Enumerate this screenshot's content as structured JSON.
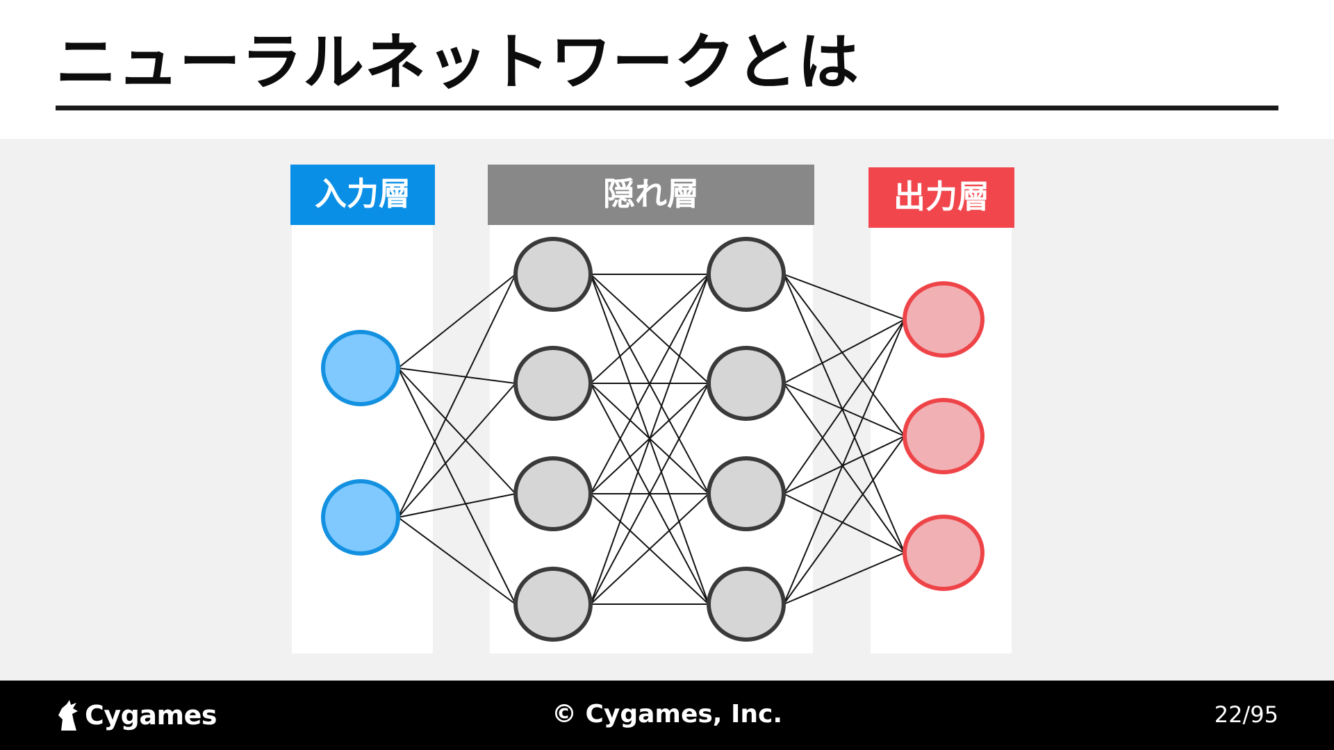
{
  "slide": {
    "title": "ニューラルネットワークとは"
  },
  "diagram": {
    "layers": [
      {
        "label": "入力層",
        "color": "#0a8fe6",
        "node_fill": "#7fc9ff",
        "node_stroke": "#1391e0",
        "nodes": 2
      },
      {
        "label": "隠れ層",
        "color": "#888888",
        "node_fill": "#d6d6d6",
        "node_stroke": "#3a3a3a",
        "nodes": 4,
        "columns": 2
      },
      {
        "label": "出力層",
        "color": "#f0464c",
        "node_fill": "#f0b0b4",
        "node_stroke": "#ee4448",
        "nodes": 3
      }
    ]
  },
  "footer": {
    "logo_text": "Cygames",
    "copyright": "© Cygames, Inc.",
    "page": "22/95"
  }
}
